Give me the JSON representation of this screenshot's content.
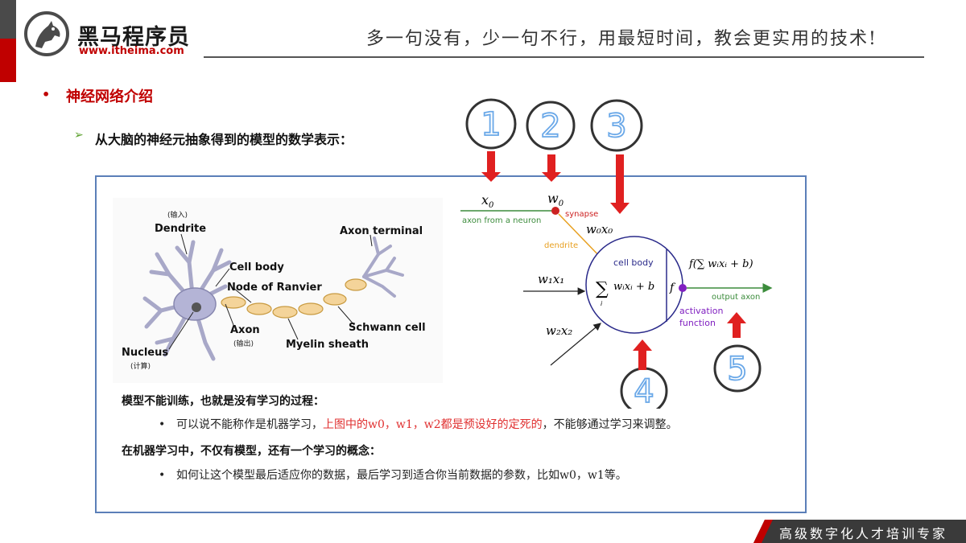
{
  "header": {
    "logo_name": "黑马程序员",
    "logo_url": "www.itheima.com",
    "slogan": "多一句没有，少一句不行，用最短时间，教会更实用的技术!"
  },
  "section": {
    "bullet": "•",
    "title": "神经网络介绍",
    "subtitle_marker": "➢",
    "subtitle": "从大脑的神经元抽象得到的模型的数学表示："
  },
  "neuron_labels": {
    "input_cn": "(输入)",
    "dendrite": "Dendrite",
    "cell_body": "Cell body",
    "node_of_ranvier": "Node of Ranvier",
    "axon_terminal": "Axon terminal",
    "schwann_cell": "Schwann cell",
    "myelin_sheath": "Myelin sheath",
    "axon": "Axon",
    "output_cn": "(输出)",
    "nucleus": "Nucleus",
    "compute_cn": "(计算)"
  },
  "model_labels": {
    "x0": "x",
    "x0_sub": "0",
    "w0": "w",
    "w0_sub": "0",
    "axon_from_neuron": "axon from a neuron",
    "synapse": "synapse",
    "dendrite": "dendrite",
    "w0x0": "w₀x₀",
    "cell_body": "cell body",
    "w1x1": "w₁x₁",
    "w2x2": "w₂x₂",
    "sum_expr": "wᵢxᵢ + b",
    "sum_index": "i",
    "f": "f",
    "output_expr": "f(∑ wᵢxᵢ + b)",
    "output_axon": "output axon",
    "activation": "activation",
    "function": "function",
    "markers": [
      "1",
      "2",
      "3",
      "4",
      "5"
    ]
  },
  "notes": {
    "heading1": "模型不能训练，也就是没有学习的过程：",
    "bullet1_pre": "可以说不能称作是机器学习，",
    "bullet1_red": "上图中的w0，w1，w2都是预设好的定死的",
    "bullet1_post": "，不能够通过学习来调整。",
    "heading2": "在机器学习中，不仅有模型，还有一个学习的概念：",
    "bullet2": "如何让这个模型最后适应你的数据，最后学习到适合你当前数据的参数，比如w0，w1等。",
    "bullet_symbol": "•"
  },
  "footer": {
    "text": "高级数字化人才培训专家"
  },
  "colors": {
    "brand_red": "#c00000",
    "box_border": "#5b7fb8",
    "arrow_red": "#e02020",
    "marker_blue": "#7ab0e8",
    "synapse_red": "#cc2222",
    "dendrite_orange": "#e8a020",
    "activation_purple": "#8020c0",
    "axon_green": "#3c8c3c"
  }
}
